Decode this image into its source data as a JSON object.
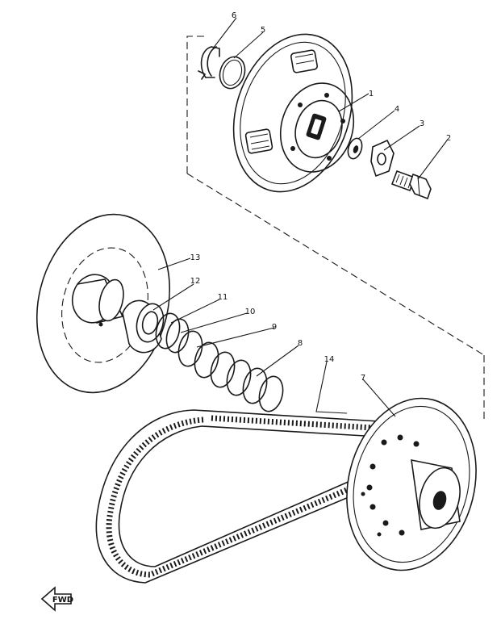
{
  "parts": [
    {
      "id": "part-1",
      "label": "1"
    },
    {
      "id": "part-2",
      "label": "2"
    },
    {
      "id": "part-3",
      "label": "3"
    },
    {
      "id": "part-4",
      "label": "4"
    },
    {
      "id": "part-5",
      "label": "5"
    },
    {
      "id": "part-6",
      "label": "6"
    },
    {
      "id": "part-7",
      "label": "7"
    },
    {
      "id": "part-8",
      "label": "8"
    },
    {
      "id": "part-9",
      "label": "9"
    },
    {
      "id": "part-10",
      "label": "10"
    },
    {
      "id": "part-11",
      "label": "11"
    },
    {
      "id": "part-12",
      "label": "12"
    },
    {
      "id": "part-13",
      "label": "13"
    },
    {
      "id": "part-14",
      "label": "14"
    }
  ],
  "direction_marker": {
    "text": "FWD",
    "icon": "forward-arrow-icon"
  }
}
